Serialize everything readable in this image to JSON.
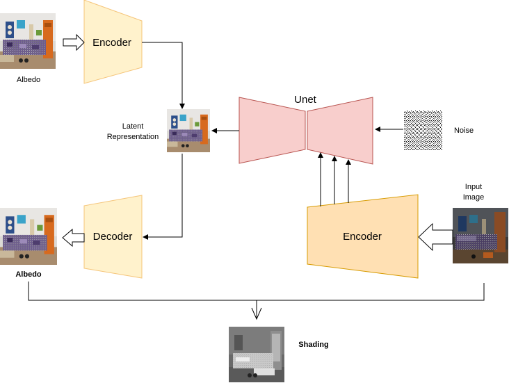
{
  "labels": {
    "albedo_input": "Albedo",
    "encoder_top": "Encoder",
    "latent_line1": "Latent",
    "latent_line2": "Representation",
    "unet": "Unet",
    "noise": "Noise",
    "input_line1": "Input",
    "input_line2": "Image",
    "encoder_bottom": "Encoder",
    "decoder": "Decoder",
    "albedo_output": "Albedo",
    "shading": "Shading"
  },
  "colors": {
    "encoder_top_fill": "#fff2cc",
    "encoder_top_stroke": "#f5c57a",
    "decoder_fill": "#fff2cc",
    "decoder_stroke": "#f5c57a",
    "encoder_bottom_fill": "#ffe0b3",
    "encoder_bottom_stroke": "#d79b00",
    "unet_fill": "#f8cecc",
    "unet_stroke": "#b85450"
  }
}
